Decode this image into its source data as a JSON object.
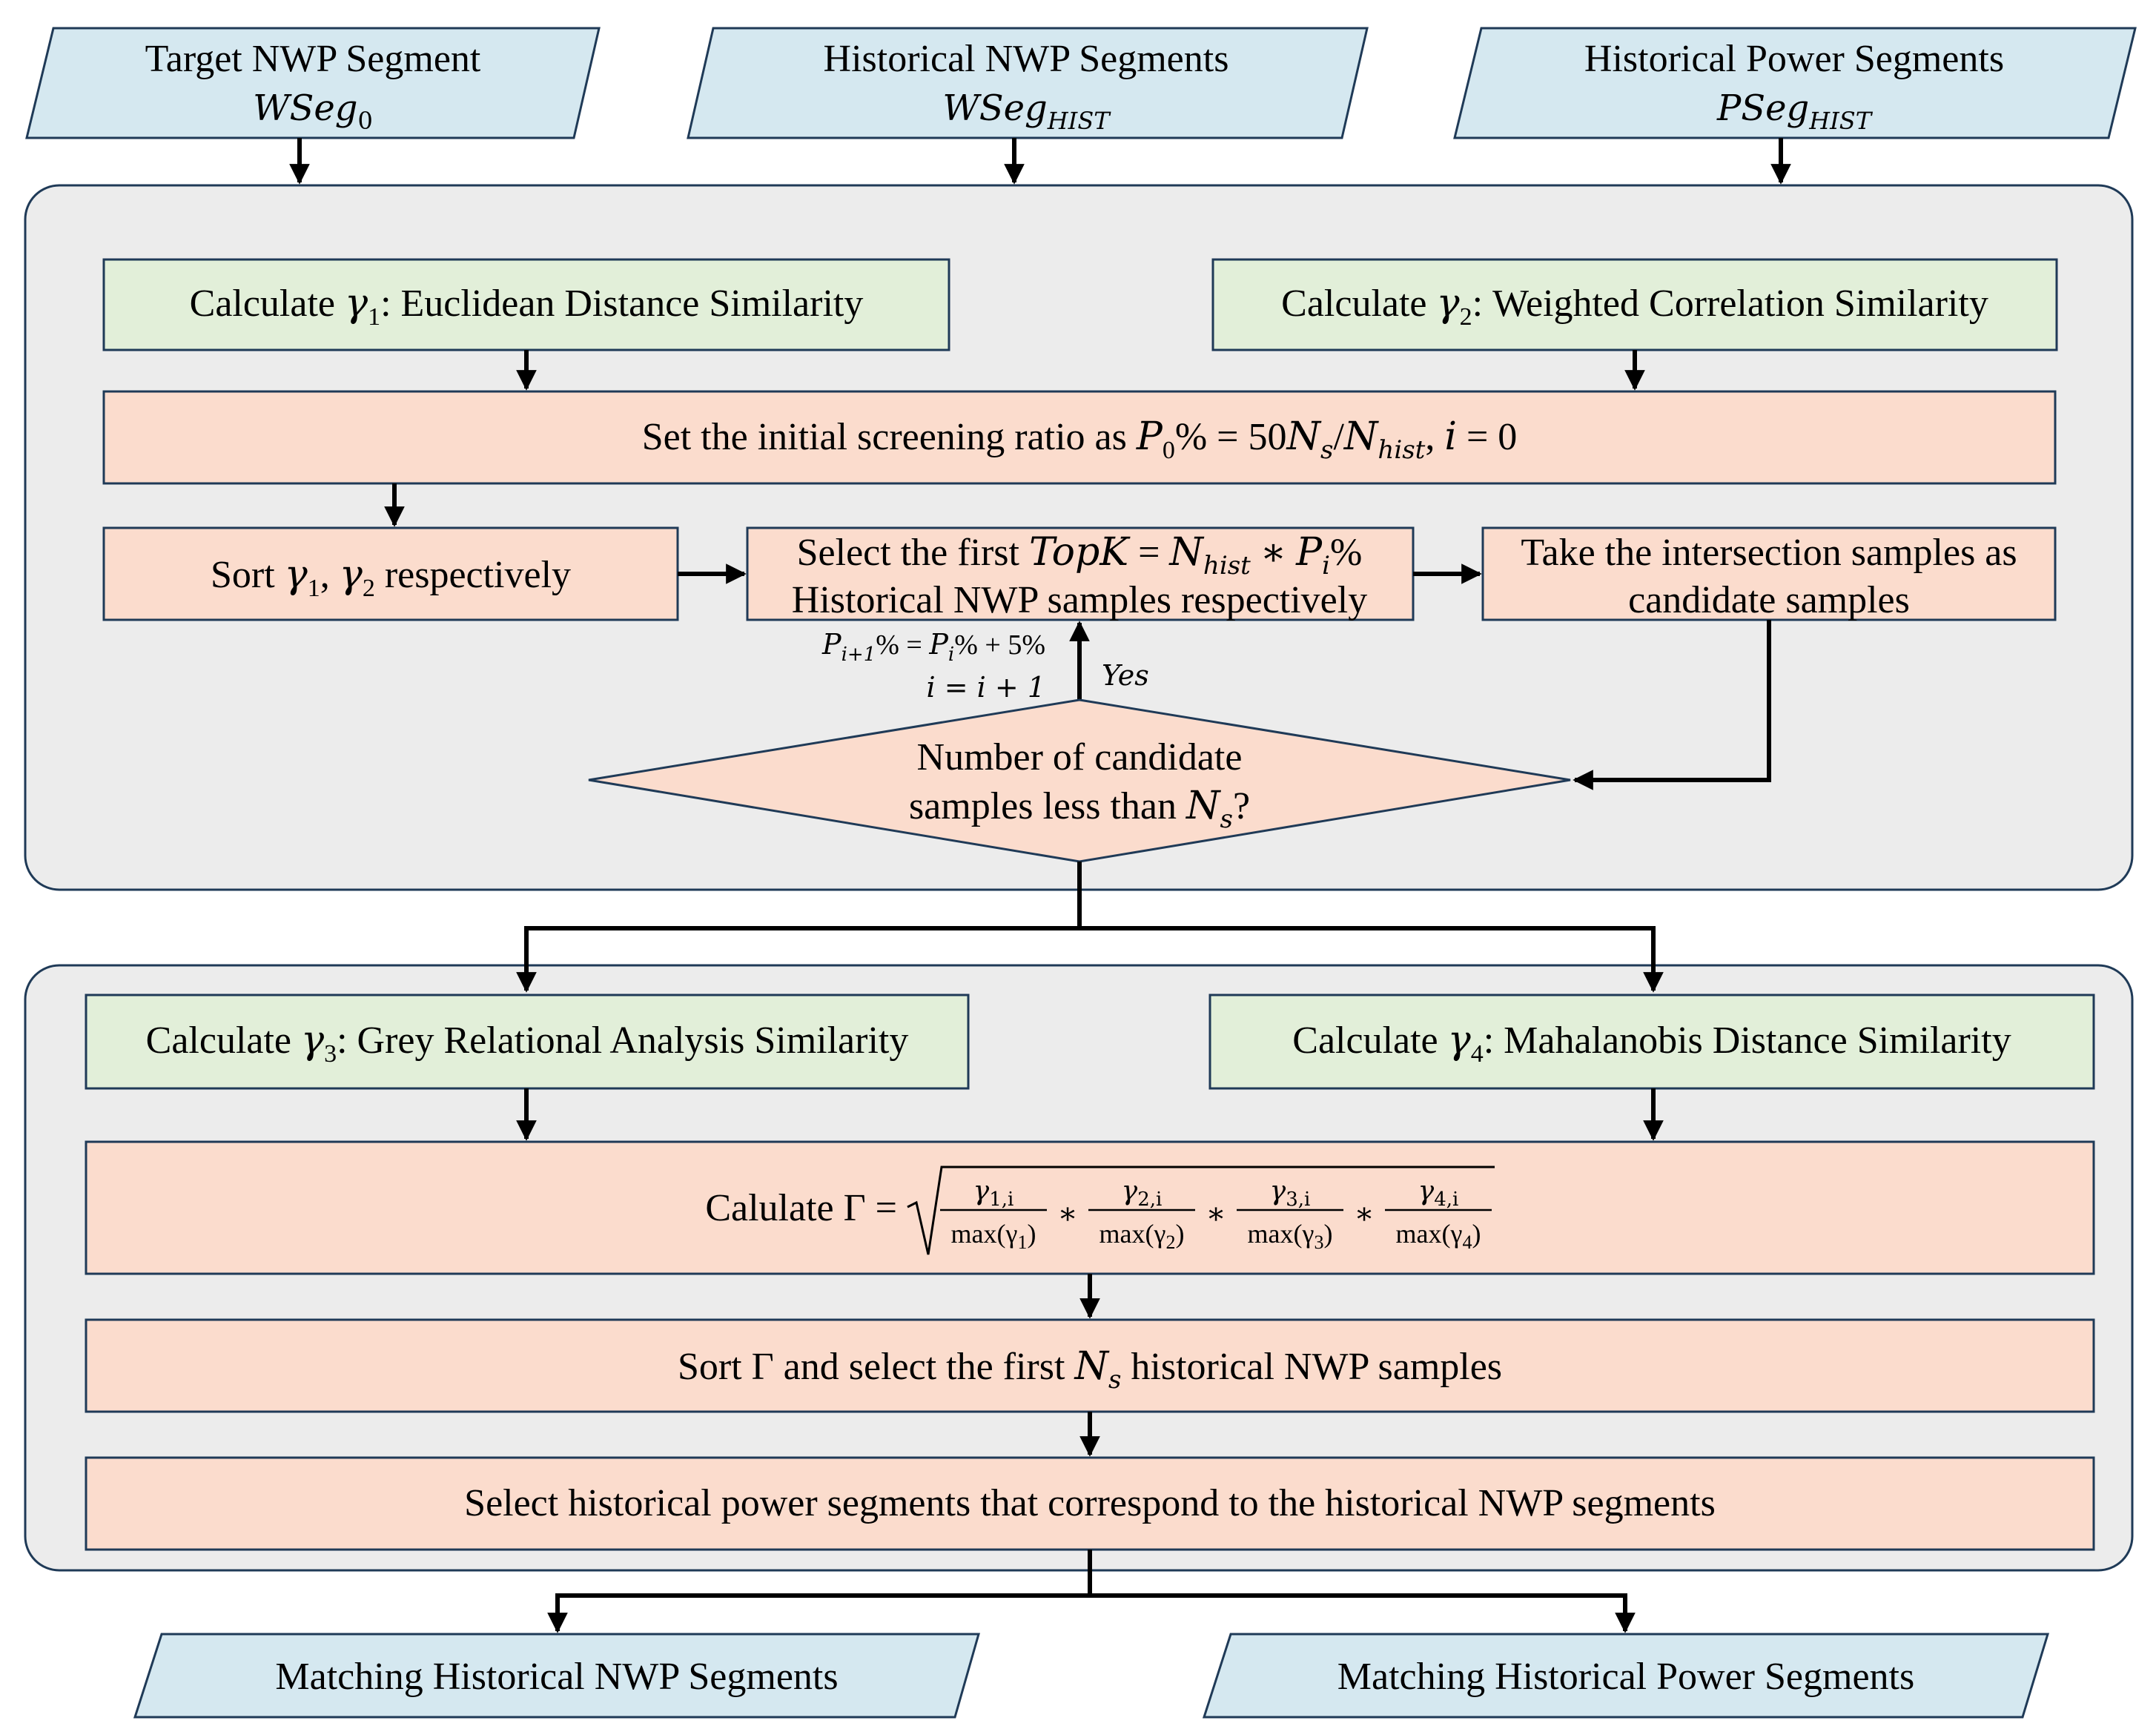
{
  "inputs": [
    {
      "label": "Target NWP Segment",
      "symbol": "WSeg",
      "sub": "0"
    },
    {
      "label": "Historical NWP Segments",
      "symbol": "WSeg",
      "sub": "HIST"
    },
    {
      "label": "Historical Power Segments",
      "symbol": "PSeg",
      "sub": "HIST"
    }
  ],
  "stage1": {
    "gamma1": {
      "prefix": "Calculate ",
      "sym": "γ",
      "sub": "1",
      "rest": ": Euclidean Distance Similarity"
    },
    "gamma2": {
      "prefix": "Calculate ",
      "sym": "γ",
      "sub": "2",
      "rest": ": Weighted Correlation Similarity"
    },
    "init": {
      "prefix": "Set the initial screening ratio as ",
      "p": "P",
      "p_sub": "0",
      "eq": "% = 50",
      "n": "N",
      "n_sub": "s",
      "slash": "/",
      "nh": "N",
      "nh_sub": "hist",
      "tail": ", ",
      "i": "i",
      "tail2": " = 0"
    },
    "sort": {
      "prefix": "Sort ",
      "g1": "γ",
      "g1_sub": "1",
      "sep": ", ",
      "g2": "γ",
      "g2_sub": "2",
      "rest": " respectively"
    },
    "select": {
      "line1_prefix": "Select the first ",
      "topk": "TopK",
      "eq": " = ",
      "n": "N",
      "n_sub": "hist",
      "star": " ∗ ",
      "p": "P",
      "p_sub": "i",
      "pct": "%",
      "line2": "Historical NWP samples respectively"
    },
    "intersect": {
      "line1": "Take the intersection samples as",
      "line2": "candidate samples"
    },
    "loop": {
      "l1_p": "P",
      "l1_sub": "i+1",
      "l1_mid": "% = ",
      "l1_p2": "P",
      "l1_sub2": "i",
      "l1_tail": "% + 5%",
      "l2": "i = i + 1",
      "yes": "Yes"
    },
    "decision": {
      "line1": "Number of candidate",
      "line2_prefix": "samples less than ",
      "n": "N",
      "n_sub": "s",
      "q": "?"
    }
  },
  "stage2": {
    "gamma3": {
      "prefix": "Calculate ",
      "sym": "γ",
      "sub": "3",
      "rest": ": Grey Relational Analysis Similarity"
    },
    "gamma4": {
      "prefix": "Calculate ",
      "sym": "γ",
      "sub": "4",
      "rest": ": Mahalanobis Distance Similarity"
    },
    "calc": {
      "prefix": "Calulate Γ = ",
      "terms": [
        {
          "num": "γ",
          "num_sub": "1,i",
          "den": "max(γ",
          "den_sub": "1",
          "den_close": ")"
        },
        {
          "num": "γ",
          "num_sub": "2,i",
          "den": "max(γ",
          "den_sub": "2",
          "den_close": ")"
        },
        {
          "num": "γ",
          "num_sub": "3,i",
          "den": "max(γ",
          "den_sub": "3",
          "den_close": ")"
        },
        {
          "num": "γ",
          "num_sub": "4,i",
          "den": "max(γ",
          "den_sub": "4",
          "den_close": ")"
        }
      ],
      "op": "∗"
    },
    "sortG": {
      "prefix": "Sort Γ and select the first ",
      "n": "N",
      "n_sub": "s",
      "rest": " historical NWP samples"
    },
    "selectPower": "Select historical power segments that correspond to the historical NWP segments"
  },
  "outputs": [
    {
      "label": "Matching Historical NWP Segments"
    },
    {
      "label": "Matching Historical Power Segments"
    }
  ],
  "colors": {
    "blue": "#d5e8f0",
    "green": "#e2efd9",
    "peach": "#fbdccd",
    "panel": "#ececec",
    "stroke": "#1f3a57"
  }
}
